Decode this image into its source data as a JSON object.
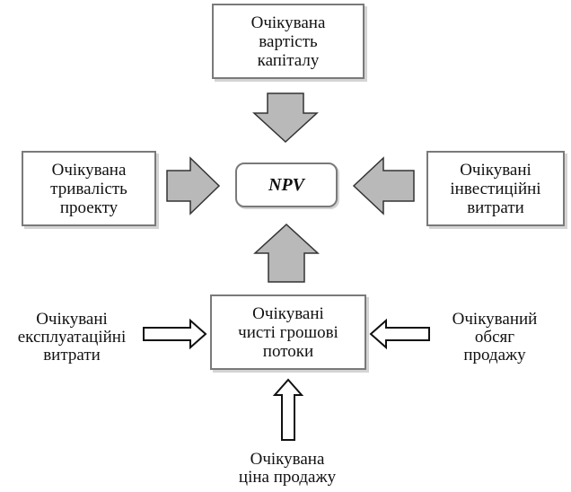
{
  "diagram": {
    "center": {
      "label": "NPV"
    },
    "boxes": {
      "capital_cost": "Очікувана\nвартість\nкапіталу",
      "project_duration": "Очікувана\nтривалість\nпроекту",
      "investment_costs": "Очікувані\nінвестиційні\nвитрати",
      "net_cash_flows": "Очікувані\nчисті грошові\nпотоки"
    },
    "labels": {
      "operating_costs": "Очікувані\nексплуатаційні\nвитрати",
      "sales_volume": "Очікуваний\nобсяг\nпродажу",
      "sales_price": "Очікувана\nціна продажу"
    },
    "colors": {
      "box_border": "#7a7a7a",
      "filled_arrow": "#b9b9b9",
      "outline_arrow": "#ffffff"
    }
  }
}
